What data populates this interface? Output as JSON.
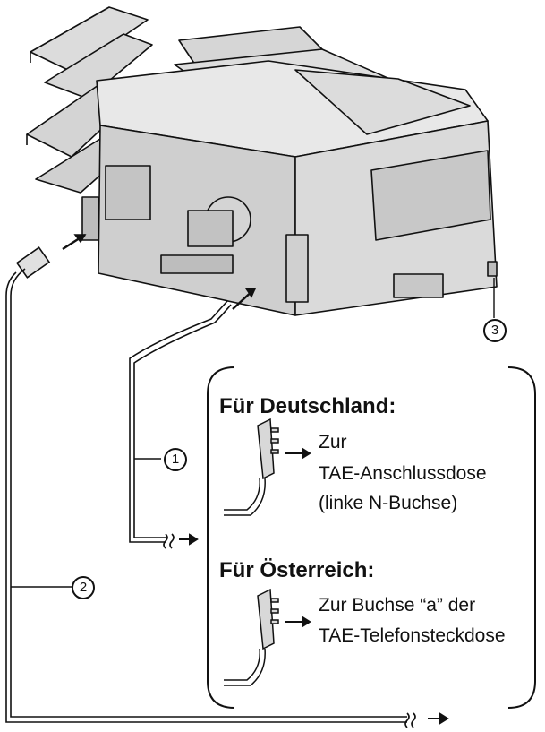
{
  "callouts": {
    "c1": "1",
    "c2": "2",
    "c3": "3"
  },
  "germany": {
    "heading": "Für Deutschland:",
    "line1": "Zur",
    "line2": "TAE-Anschlussdose",
    "line3": "(linke N-Buchse)"
  },
  "austria": {
    "heading": "Für Österreich:",
    "line1": "Zur Buchse “a” der",
    "line2": "TAE-Telefonsteckdose"
  },
  "colors": {
    "line": "#111111",
    "body_light": "#e6e6e6",
    "body_mid": "#cfcfcf",
    "body_dark": "#9a9a9a"
  }
}
